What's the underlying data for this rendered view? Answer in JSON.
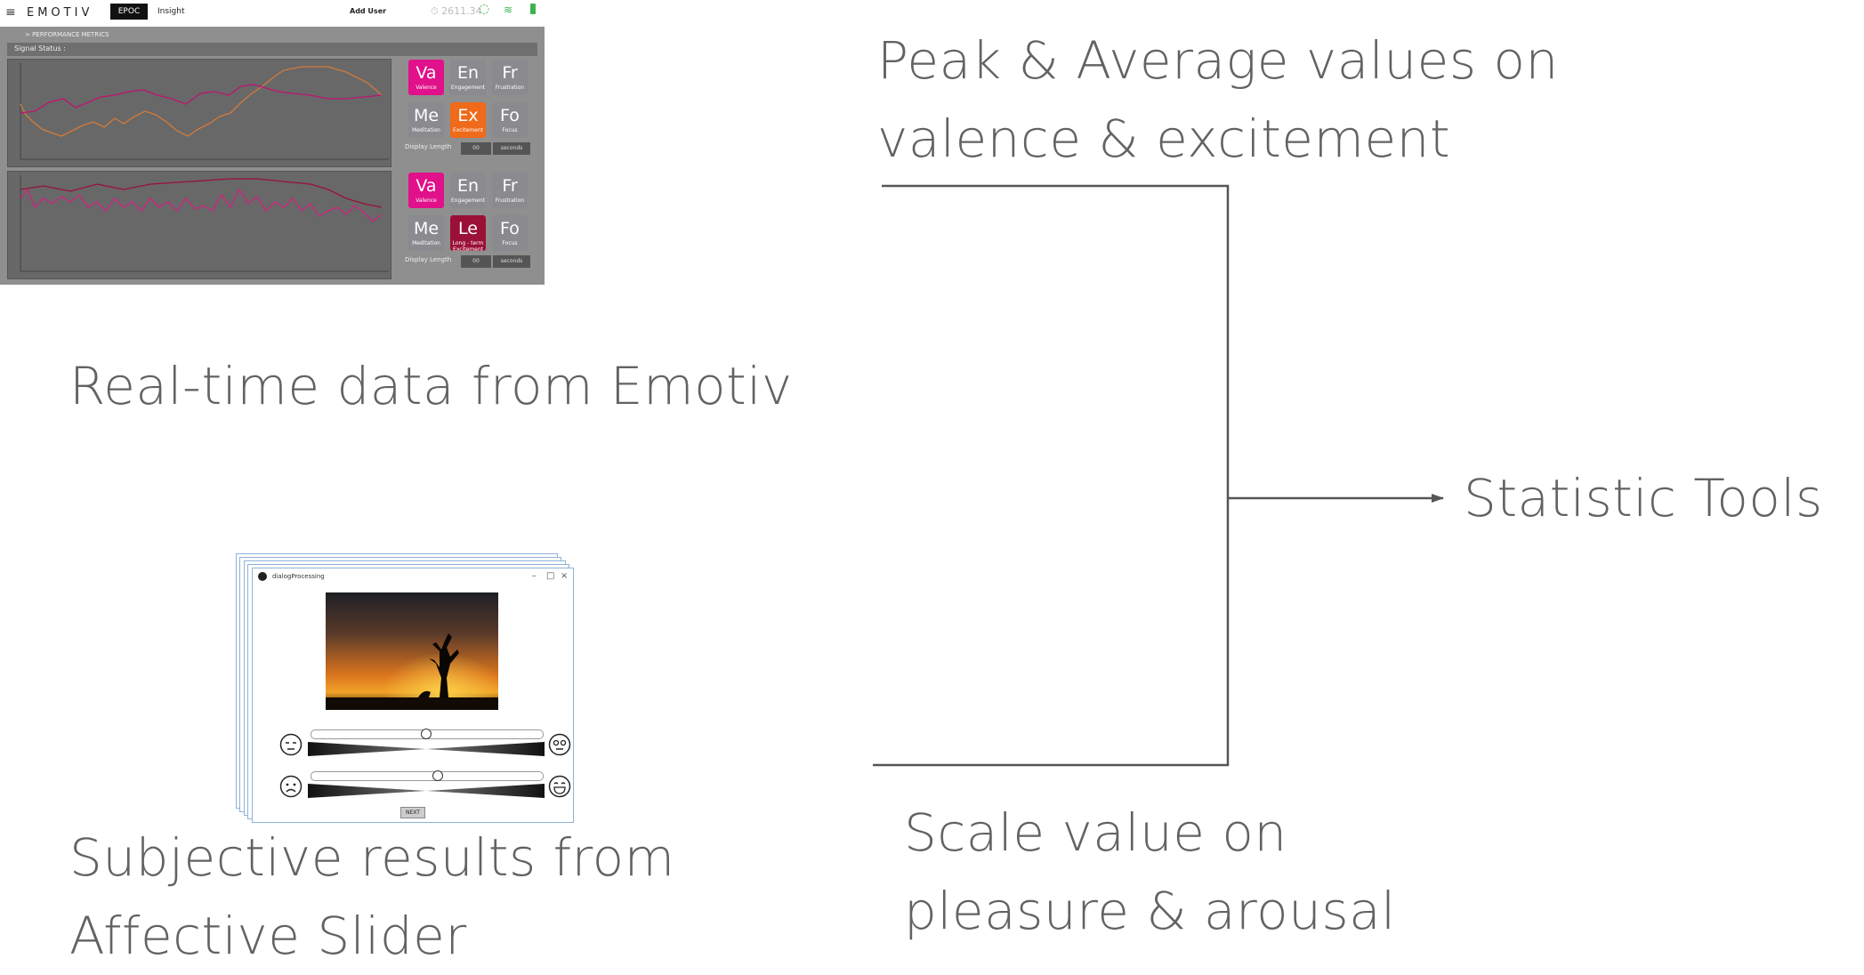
{
  "labels": {
    "emotiv_caption": "Real-time data from Emotiv",
    "slider_caption_line1": "Subjective results from",
    "slider_caption_line2": "Affective Slider",
    "peak_line1": "Peak & Average values on",
    "peak_line2": "valence & excitement",
    "scale_line1": "Scale value on",
    "scale_line2": "pleasure & arousal",
    "statistic_tools": "Statistic Tools"
  },
  "emotiv_app": {
    "menu_icon": "hamburger-icon",
    "brand": "EMOTIV",
    "tab_epoc": "EPOC",
    "tab_insight": "Insight",
    "add_user": "Add User",
    "timer": "2611.34",
    "breadcrumb": "> PERFORMANCE METRICS",
    "signal_status": "Signal Status :",
    "display_length_label": "Display Length",
    "display_length_value": "00",
    "display_length_unit": "seconds",
    "tiles_top": [
      {
        "abbr": "Va",
        "name": "Valence",
        "color": "#e0118a"
      },
      {
        "abbr": "En",
        "name": "Engagement",
        "color": "#8a8a8f"
      },
      {
        "abbr": "Fr",
        "name": "Frustration",
        "color": "#8a8a8f"
      },
      {
        "abbr": "Me",
        "name": "Meditation",
        "color": "#8a8a8f"
      },
      {
        "abbr": "Ex",
        "name": "Excitement",
        "color": "#ef6a1a"
      },
      {
        "abbr": "Fo",
        "name": "Focus",
        "color": "#8a8a8f"
      }
    ],
    "tiles_bottom": [
      {
        "abbr": "Va",
        "name": "Valence",
        "color": "#e0118a"
      },
      {
        "abbr": "En",
        "name": "Engagement",
        "color": "#8a8a8f"
      },
      {
        "abbr": "Fr",
        "name": "Frustration",
        "color": "#8a8a8f"
      },
      {
        "abbr": "Me",
        "name": "Meditation",
        "color": "#8a8a8f"
      },
      {
        "abbr": "Le",
        "name": "Long - term Excitement",
        "color": "#9b1037"
      },
      {
        "abbr": "Fo",
        "name": "Focus",
        "color": "#8a8a8f"
      }
    ]
  },
  "slider_app": {
    "window_title": "dialogProcessing",
    "next_button": "NEXT",
    "slider1_value": 0.5,
    "slider2_value": 0.55
  }
}
